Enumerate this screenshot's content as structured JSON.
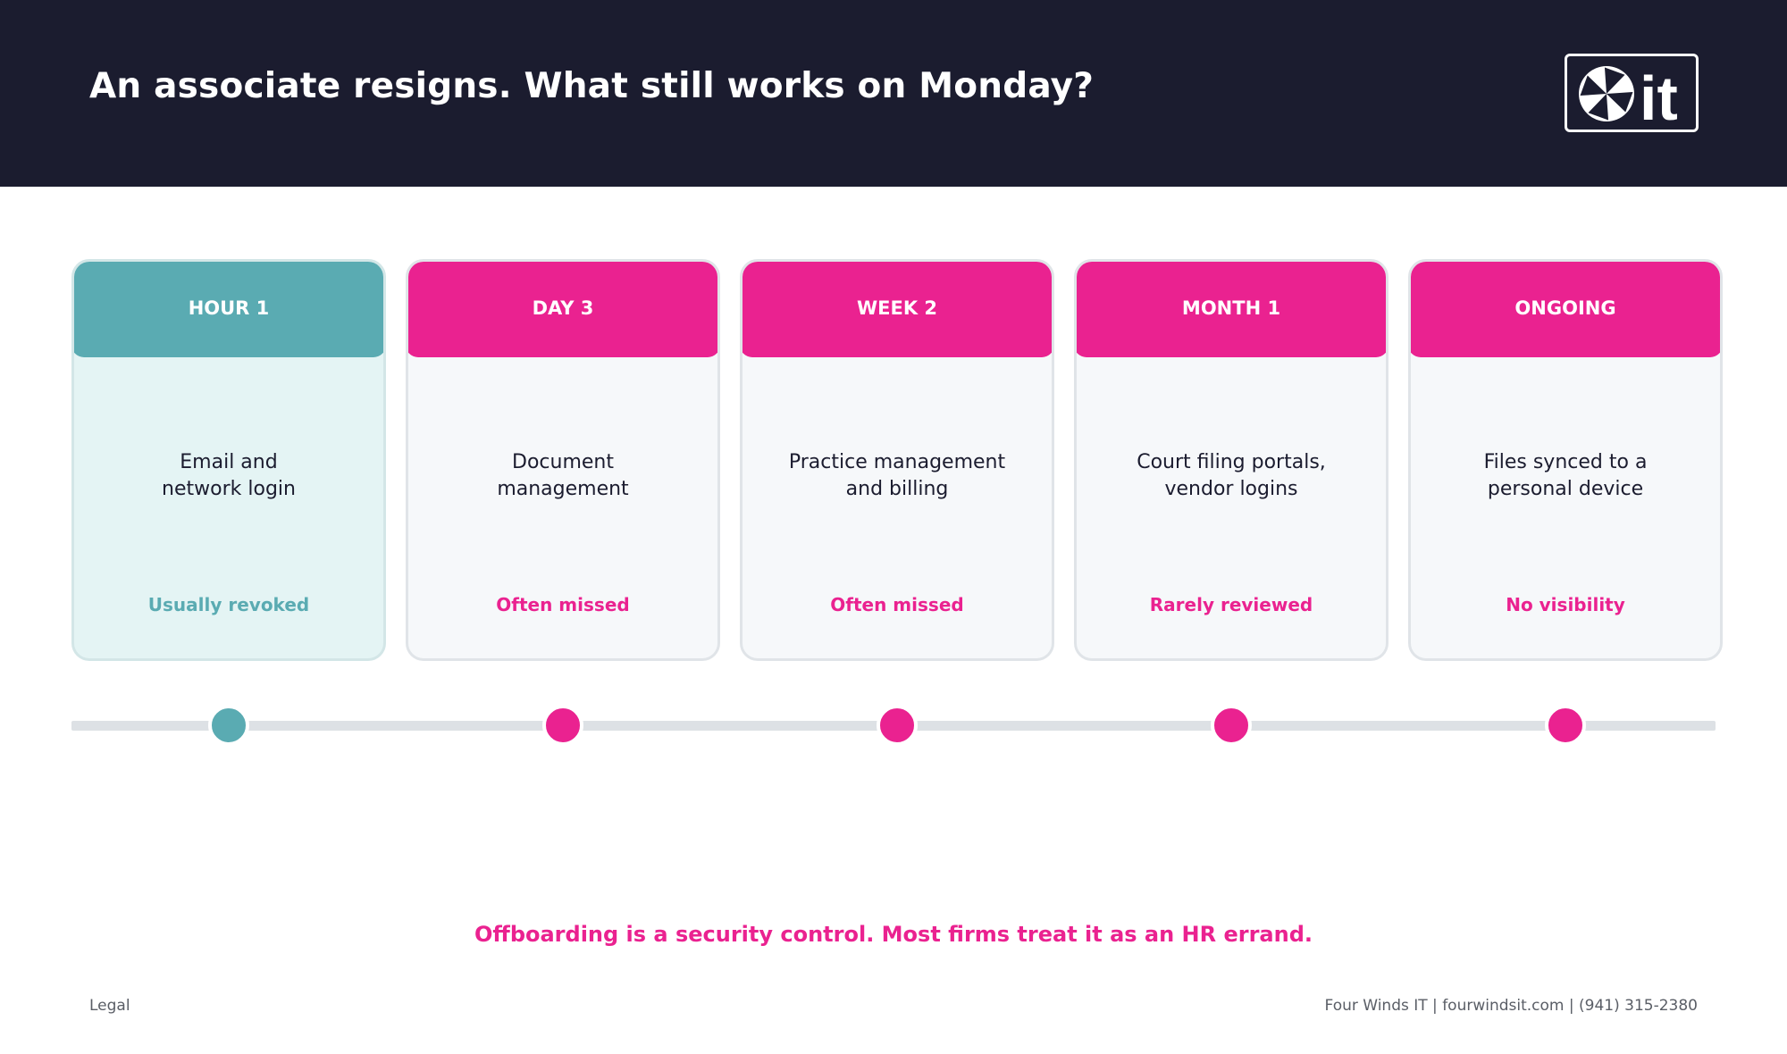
{
  "header": {
    "title": "An associate resigns. What still works on Monday?",
    "logo_text": "it"
  },
  "stages": [
    {
      "label": "HOUR 1",
      "system": "Email and\nnetwork login",
      "status": "Usually revoked",
      "state": "revoked"
    },
    {
      "label": "DAY 3",
      "system": "Document\nmanagement",
      "status": "Often missed",
      "state": "at-risk"
    },
    {
      "label": "WEEK 2",
      "system": "Practice management\nand billing",
      "status": "Often missed",
      "state": "at-risk"
    },
    {
      "label": "MONTH 1",
      "system": "Court filing portals,\nvendor logins",
      "status": "Rarely reviewed",
      "state": "at-risk"
    },
    {
      "label": "ONGOING",
      "system": "Files synced to a\npersonal device",
      "status": "No visibility",
      "state": "at-risk"
    }
  ],
  "tagline": "Offboarding is a security control. Most firms treat it as an HR errand.",
  "footer": {
    "left": "Legal",
    "right": "Four Winds IT  |  fourwindsit.com  |  (941) 315-2380"
  },
  "colors": {
    "header_bg": "#1b1c2f",
    "accent_pink": "#ea2290",
    "accent_teal": "#5aabb2"
  }
}
